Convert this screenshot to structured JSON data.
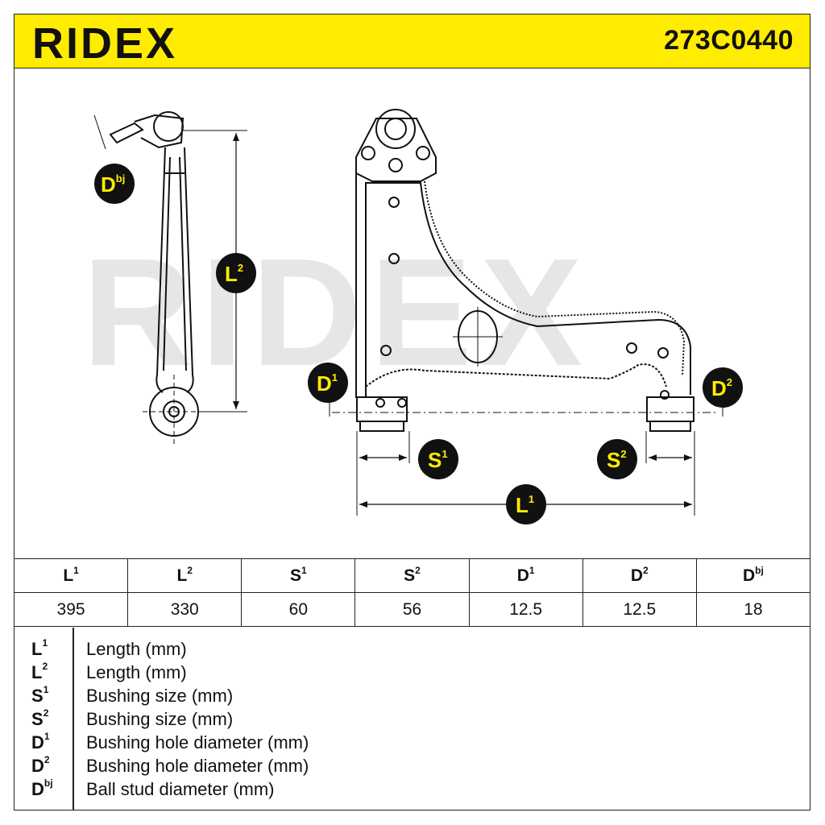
{
  "header": {
    "brand": "RIDEX",
    "part_number": "273C0440",
    "accent_color": "#ffec00"
  },
  "drawing": {
    "watermark": "RIDEX",
    "badges": {
      "dbj": {
        "sym": "D",
        "sup": "bj"
      },
      "l2": {
        "sym": "L",
        "sup": "2"
      },
      "d1": {
        "sym": "D",
        "sup": "1"
      },
      "d2": {
        "sym": "D",
        "sup": "2"
      },
      "s1": {
        "sym": "S",
        "sup": "1"
      },
      "s2": {
        "sym": "S",
        "sup": "2"
      },
      "l1": {
        "sym": "L",
        "sup": "1"
      }
    }
  },
  "table": {
    "columns": [
      {
        "sym": "L",
        "sup": "1",
        "value": "395"
      },
      {
        "sym": "L",
        "sup": "2",
        "value": "330"
      },
      {
        "sym": "S",
        "sup": "1",
        "value": "60"
      },
      {
        "sym": "S",
        "sup": "2",
        "value": "56"
      },
      {
        "sym": "D",
        "sup": "1",
        "value": "12.5"
      },
      {
        "sym": "D",
        "sup": "2",
        "value": "12.5"
      },
      {
        "sym": "D",
        "sup": "bj",
        "value": "18"
      }
    ]
  },
  "legend": [
    {
      "sym": "L",
      "sup": "1",
      "desc": "Length (mm)"
    },
    {
      "sym": "L",
      "sup": "2",
      "desc": "Length (mm)"
    },
    {
      "sym": "S",
      "sup": "1",
      "desc": "Bushing size (mm)"
    },
    {
      "sym": "S",
      "sup": "2",
      "desc": "Bushing size (mm)"
    },
    {
      "sym": "D",
      "sup": "1",
      "desc": "Bushing hole diameter (mm)"
    },
    {
      "sym": "D",
      "sup": "2",
      "desc": "Bushing hole diameter (mm)"
    },
    {
      "sym": "D",
      "sup": "bj",
      "desc": "Ball stud diameter (mm)"
    }
  ]
}
